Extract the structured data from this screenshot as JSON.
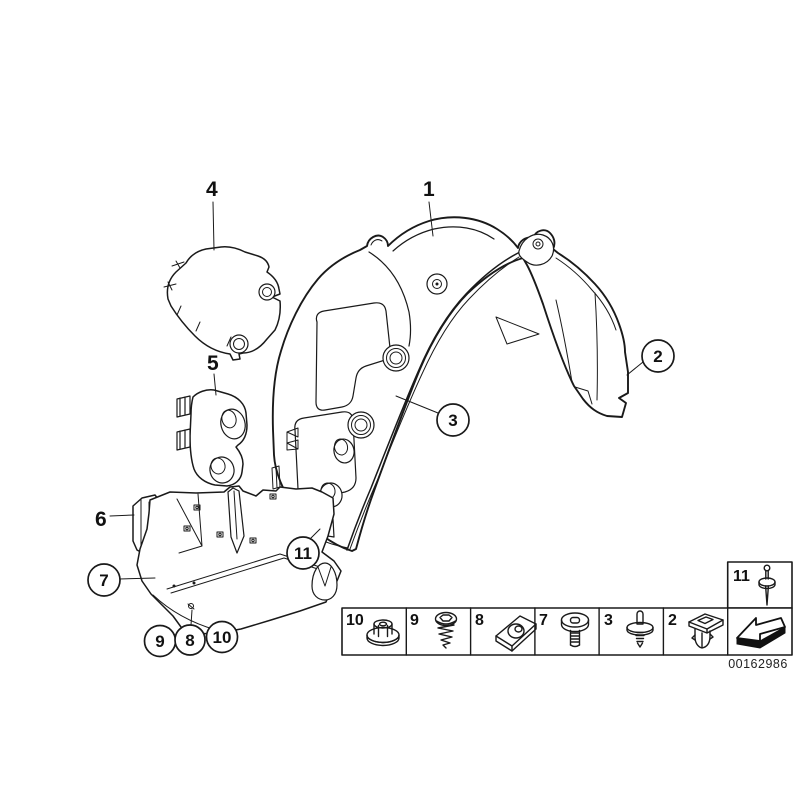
{
  "diagram": {
    "part_number": "00162986",
    "callouts_plain": [
      {
        "number": "4"
      },
      {
        "number": "1"
      },
      {
        "number": "5"
      },
      {
        "number": "6"
      }
    ],
    "callouts_circled": [
      {
        "number": "2"
      },
      {
        "number": "3"
      },
      {
        "number": "7"
      },
      {
        "number": "9"
      },
      {
        "number": "8"
      },
      {
        "number": "10"
      },
      {
        "number": "11"
      }
    ],
    "legend": {
      "cells": [
        {
          "number": "10",
          "icon": "flange-nut-icon"
        },
        {
          "number": "9",
          "icon": "tapping-screw-icon"
        },
        {
          "number": "8",
          "icon": "clip-nut-icon"
        },
        {
          "number": "7",
          "icon": "body-bolt-icon"
        },
        {
          "number": "3",
          "icon": "expanding-rivet-icon"
        },
        {
          "number": "2",
          "icon": "expansion-nut-icon"
        }
      ],
      "rivet_box": {
        "number": "11",
        "icon": "blind-rivet-icon"
      },
      "direction_cell": {
        "icon": "direction-arrow-icon"
      }
    }
  }
}
